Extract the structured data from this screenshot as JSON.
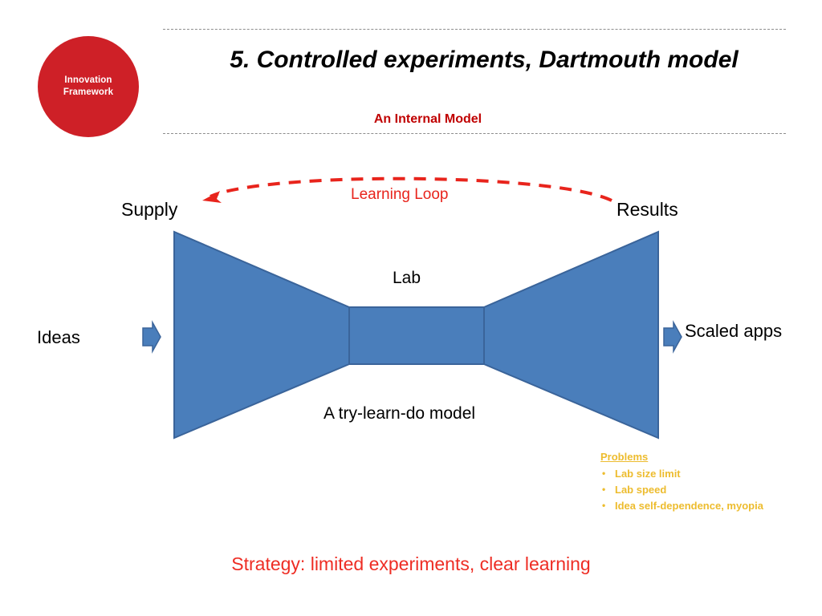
{
  "slide": {
    "badge_line1": "Innovation",
    "badge_line2": "Framework",
    "title": "5. Controlled experiments, Dartmouth model",
    "subtitle": "An Internal Model"
  },
  "diagram": {
    "supply_label": "Supply",
    "results_label": "Results",
    "ideas_label": "Ideas",
    "scaled_apps_label": "Scaled apps",
    "lab_label": "Lab",
    "model_caption": "A try-learn-do model",
    "loop_label": "Learning Loop"
  },
  "problems": {
    "heading": "Problems",
    "items": [
      "Lab size limit",
      "Lab speed",
      "Idea self-dependence, myopia"
    ]
  },
  "footer": {
    "strategy": "Strategy: limited experiments, clear learning"
  },
  "colors": {
    "badge_red": "#ce2027",
    "subtitle_red": "#c00000",
    "loop_red": "#e8241c",
    "strategy_red": "#ee2d24",
    "shape_blue": "#4a7ebb",
    "shape_blue_border": "#3a649a",
    "problems_gold": "#edbc2e",
    "rule_gray": "#8d8d8d"
  }
}
